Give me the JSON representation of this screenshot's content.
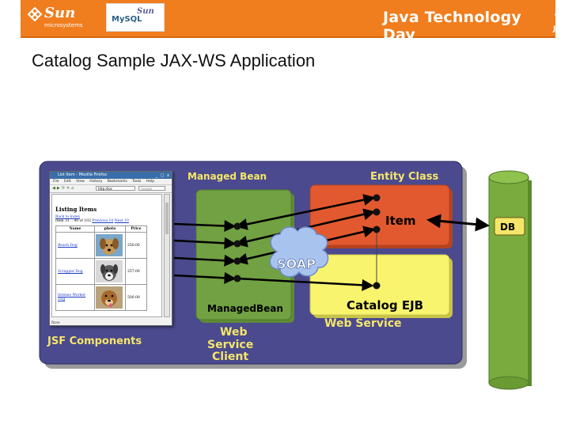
{
  "header": {
    "sun_logo_text": "Sun",
    "sun_logo_sub": "microsystems",
    "partner_mysql": "MySQL",
    "partner_sun": "Sun",
    "event_title": "Java Technology Day",
    "java_logo_text": "Java"
  },
  "slide": {
    "title": "Catalog Sample JAX-WS Application"
  },
  "diagram": {
    "labels": {
      "managed_bean_top": "Managed Bean",
      "entity_class": "Entity Class",
      "item": "Item",
      "db": "DB",
      "soap": "SOAP",
      "managed_bean_bottom": "ManagedBean",
      "catalog_ejb": "Catalog EJB",
      "web_service": "Web Service",
      "web_service_client": [
        "Web",
        "Service",
        "Client"
      ],
      "jsf_components": "JSF Components"
    },
    "colors": {
      "container": "#4b4a8e",
      "managed_bean_box": "#71a142",
      "entity_box": "#e2592f",
      "ejb_box": "#f9f46e",
      "db_cylinder": "#7aab3e",
      "label_yellow": "#f5e66a",
      "soap_cloud": "#a9c3ef",
      "topbar": "#f07d1e"
    }
  },
  "browser": {
    "window_title": "List Item - Mozilla Firefox",
    "menu": [
      "File",
      "Edit",
      "View",
      "History",
      "Bookmarks",
      "Tools",
      "Help"
    ],
    "url": "http://loc",
    "search_placeholder": "Google",
    "heading": "Listing Items",
    "back_link": "Back to index",
    "paging_text": "Item 31 .. 40 of 102",
    "prev_link": "Previous 10",
    "next_link": "Next 10",
    "columns": [
      "Name",
      "photo",
      "Price"
    ],
    "rows": [
      {
        "name": "Beach Dog",
        "price": "250.00"
      },
      {
        "name": "Scrapper Dog",
        "price": "257.00"
      },
      {
        "name": "Intense Worker Dog",
        "price": "500.00"
      }
    ],
    "status": "Done"
  }
}
